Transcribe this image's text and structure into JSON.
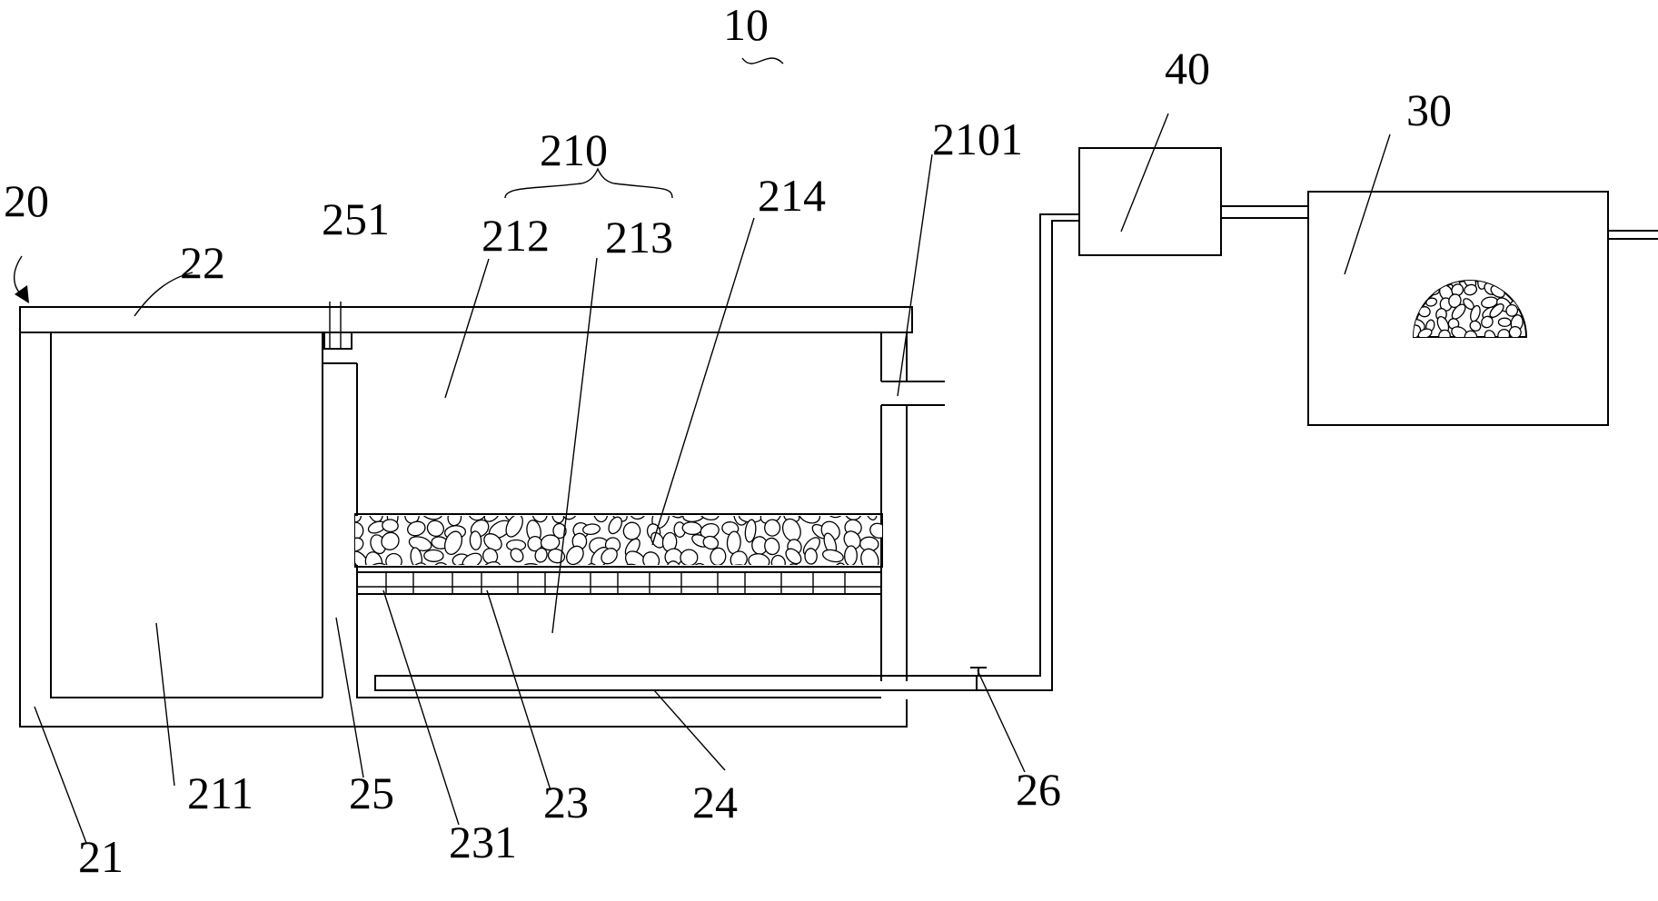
{
  "labels": {
    "l10": "10",
    "l20": "20",
    "l21": "21",
    "l22": "22",
    "l23": "23",
    "l24": "24",
    "l25": "25",
    "l26": "26",
    "l30": "30",
    "l40": "40",
    "l210": "210",
    "l211": "211",
    "l212": "212",
    "l213": "213",
    "l214": "214",
    "l231": "231",
    "l251": "251",
    "l2101": "2101"
  }
}
